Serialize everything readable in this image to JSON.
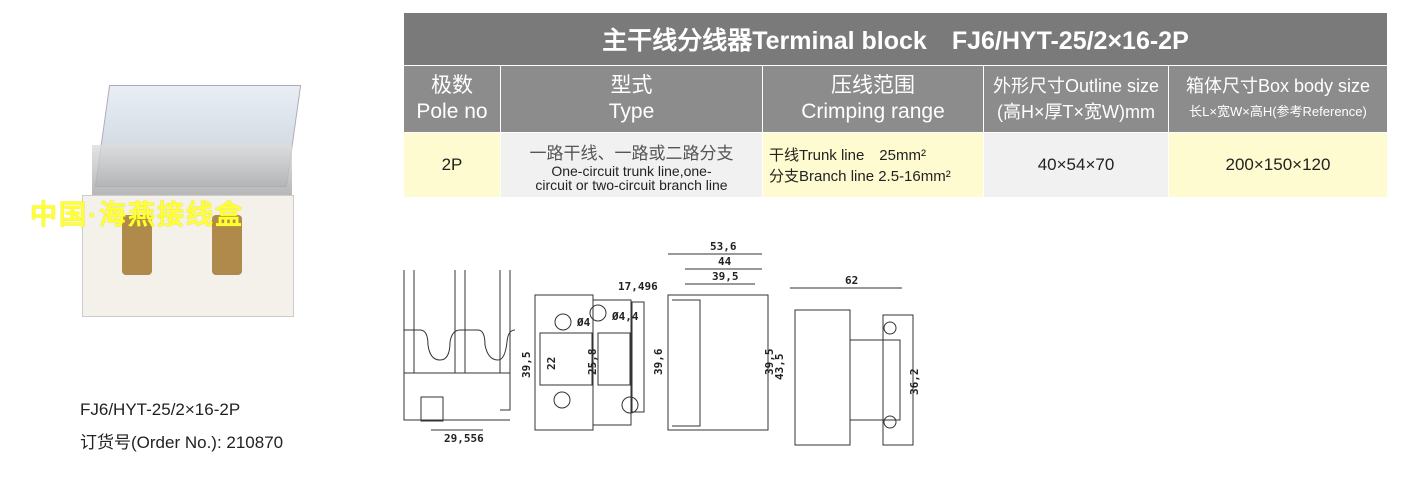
{
  "table": {
    "title": "主干线分线器Terminal block　FJ6/HYT-25/2×16-2P",
    "headers": [
      {
        "cn": "极数",
        "en": "Pole no"
      },
      {
        "cn": "型式",
        "en": "Type"
      },
      {
        "cn": "压线范围",
        "en": "Crimping range"
      },
      {
        "cn": "外形尺寸Outline size",
        "en": "(高H×厚T×宽W)mm"
      },
      {
        "cn": "箱体尺寸Box body size",
        "en": "长L×宽W×高H(参考Reference)"
      }
    ],
    "row": {
      "pole": "2P",
      "type_cn": "一路干线、一路或二路分支",
      "type_en1": "One-circuit trunk line,one-",
      "type_en2": "circuit or two-circuit branch line",
      "crimp1": "干线Trunk line　25mm²",
      "crimp2": "分支Branch line 2.5-16mm²",
      "outline": "40×54×70",
      "box": "200×150×120"
    }
  },
  "product": {
    "watermark": "中国·海燕接线盒",
    "model": "FJ6/HYT-25/2×16-2P",
    "order": "订货号(Order No.): 210870"
  },
  "dims": {
    "d1": "29,556",
    "d2": "39,5",
    "d3": "22",
    "d4": "25,8",
    "d5": "17,496",
    "d6": "Ø4",
    "d7": "Ø4,4",
    "d8": "53,6",
    "d9": "44",
    "d10": "39,5",
    "d11": "39,6",
    "d12": "39,5",
    "d13": "43,5",
    "d14": "62",
    "d15": "36,2"
  }
}
